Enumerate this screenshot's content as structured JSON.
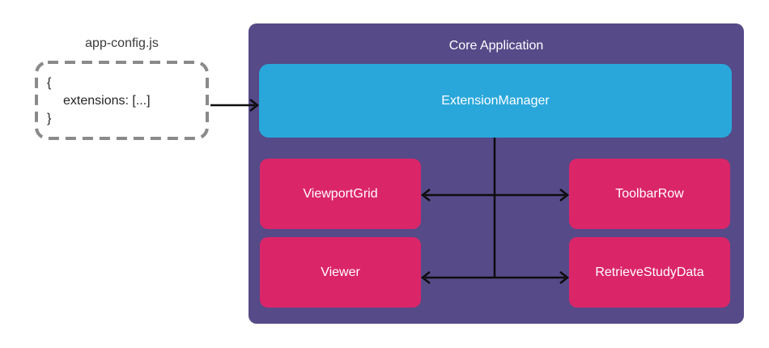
{
  "diagram": {
    "config_file": {
      "title": "app-config.js",
      "code": {
        "line1": "{",
        "line2": "extensions: [...]",
        "line3": "}"
      }
    },
    "core_application": {
      "title": "Core Application",
      "extension_manager_label": "ExtensionManager",
      "modules": [
        {
          "label": "ViewportGrid"
        },
        {
          "label": "ToolbarRow"
        },
        {
          "label": "Viewer"
        },
        {
          "label": "RetrieveStudyData"
        }
      ]
    },
    "connections": [
      "app-config.js to ExtensionManager",
      "ExtensionManager down-branch to module rows",
      "ViewportGrid bidirectional ToolbarRow",
      "Viewer bidirectional RetrieveStudyData"
    ],
    "colors": {
      "background": "#FFFFFF",
      "core_container_purple": "#564A88",
      "extension_manager_blue": "#29A7DB",
      "module_pink": "#DB2569",
      "arrow_black": "#0D0D0D",
      "dashed_border_gray": "#8A8A8A",
      "node_text": "#FFFFFF",
      "config_text": "#3A3A3A"
    }
  }
}
